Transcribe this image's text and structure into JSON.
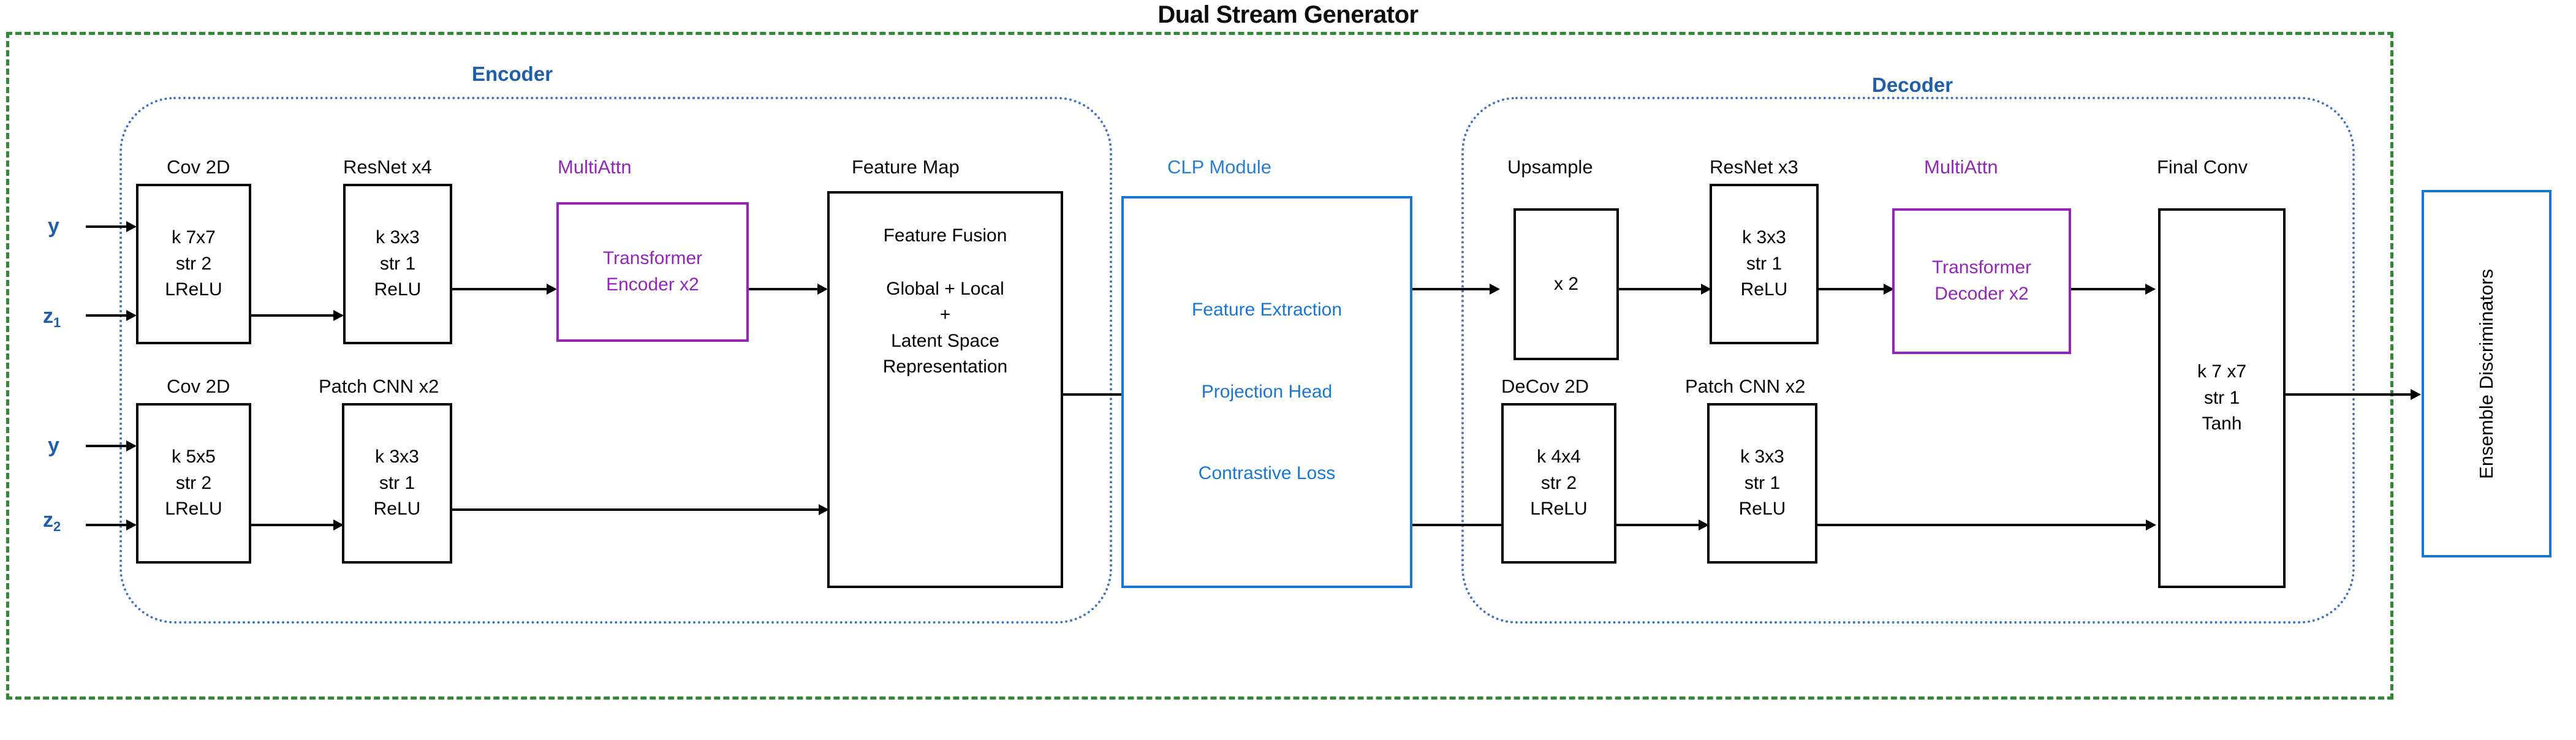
{
  "title": "Dual Stream Generator",
  "colors": {
    "generator_boundary": "#2e8b31",
    "group_boundary": "#3f74c4",
    "section_label": "#1f5fa9",
    "attention_purple": "#9226b8",
    "clp_blue": "#1877d2",
    "discriminator_blue": "#1877d2",
    "block_border": "#000000"
  },
  "sections": {
    "encoder_label": "Encoder",
    "decoder_label": "Decoder"
  },
  "inputs": {
    "top_y": "y",
    "top_z": "z",
    "top_z_sub": "1",
    "bottom_y": "y",
    "bottom_z": "z",
    "bottom_z_sub": "2"
  },
  "encoder": {
    "top_stream": [
      {
        "caption": "Cov 2D",
        "lines": [
          "k 7x7",
          "str 2",
          "LReLU"
        ]
      },
      {
        "caption": "ResNet x4",
        "lines": [
          "k 3x3",
          "str 1",
          "ReLU"
        ]
      },
      {
        "caption": "MultiAttn",
        "lines": [
          "Transformer",
          "Encoder x2"
        ],
        "style": "purple"
      }
    ],
    "bottom_stream": [
      {
        "caption": "Cov 2D",
        "lines": [
          "k 5x5",
          "str 2",
          "LReLU"
        ]
      },
      {
        "caption": "Patch CNN x2",
        "lines": [
          "k 3x3",
          "str 1",
          "ReLU"
        ]
      }
    ],
    "feature_map": {
      "caption": "Feature Map",
      "lines": [
        "Feature Fusion",
        "",
        "Global + Local",
        "+",
        "Latent Space",
        "Representation"
      ]
    }
  },
  "clp": {
    "caption": "CLP Module",
    "lines": [
      "Feature Extraction",
      "Projection Head",
      "Contrastive Loss"
    ]
  },
  "decoder": {
    "top_stream": [
      {
        "caption": "Upsample",
        "lines": [
          "x 2"
        ]
      },
      {
        "caption": "ResNet x3",
        "lines": [
          "k 3x3",
          "str 1",
          "ReLU"
        ]
      },
      {
        "caption": "MultiAttn",
        "lines": [
          "Transformer",
          "Decoder x2"
        ],
        "style": "purple"
      }
    ],
    "bottom_stream": [
      {
        "caption": "DeCov 2D",
        "lines": [
          "k 4x4",
          "str 2",
          "LReLU"
        ]
      },
      {
        "caption": "Patch CNN x2",
        "lines": [
          "k 3x3",
          "str 1",
          "ReLU"
        ]
      }
    ],
    "final_conv": {
      "caption": "Final Conv",
      "lines": [
        "k 7 x7",
        "str 1",
        "Tanh"
      ]
    }
  },
  "discriminator": {
    "label": "Ensemble Discriminators"
  }
}
